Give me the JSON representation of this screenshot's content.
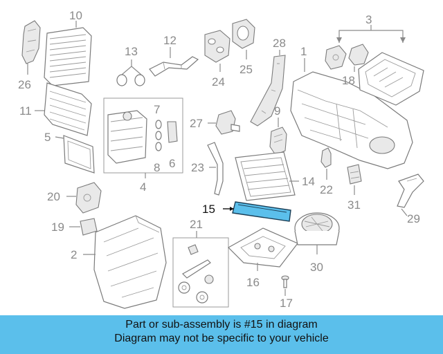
{
  "callouts": {
    "c1": "1",
    "c2": "2",
    "c3": "3",
    "c4": "4",
    "c5": "5",
    "c6": "6",
    "c7": "7",
    "c8": "8",
    "c9": "9",
    "c10": "10",
    "c11": "11",
    "c12": "12",
    "c13": "13",
    "c14": "14",
    "c15": "15",
    "c16": "16",
    "c17": "17",
    "c18": "18",
    "c19": "19",
    "c20": "20",
    "c21": "21",
    "c22": "22",
    "c23": "23",
    "c24": "24",
    "c25": "25",
    "c26": "26",
    "c27": "27",
    "c28": "28",
    "c29": "29",
    "c30": "30",
    "c31": "31"
  },
  "highlight": {
    "part_number": "15",
    "color": "#5bbfeb"
  },
  "banner": {
    "line1": "Part or sub-assembly is #15 in diagram",
    "line2": "Diagram may not be specific to your vehicle",
    "color": "#5bbfeb"
  }
}
